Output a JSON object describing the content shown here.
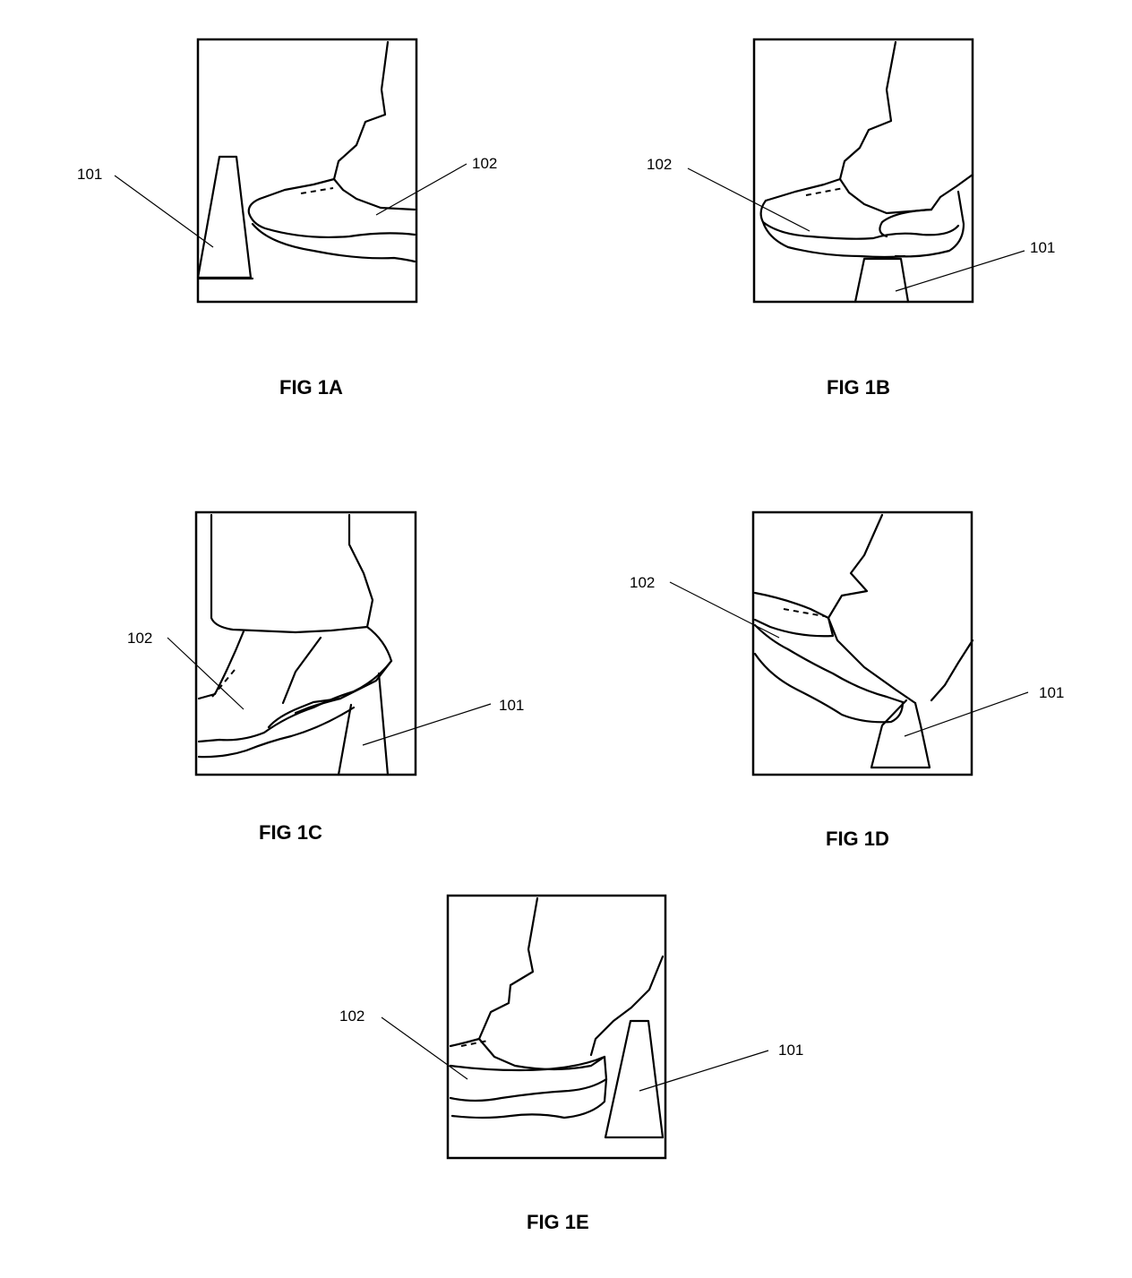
{
  "figures": [
    {
      "caption": "FIG 1A",
      "ref_obstacle": "101",
      "ref_shoe": "102"
    },
    {
      "caption": "FIG 1B",
      "ref_obstacle": "101",
      "ref_shoe": "102"
    },
    {
      "caption": "FIG 1C",
      "ref_obstacle": "101",
      "ref_shoe": "102"
    },
    {
      "caption": "FIG 1D",
      "ref_obstacle": "101",
      "ref_shoe": "102"
    },
    {
      "caption": "FIG 1E",
      "ref_obstacle": "101",
      "ref_shoe": "102"
    }
  ],
  "colors": {
    "ink": "#000000",
    "paper": "#ffffff"
  }
}
